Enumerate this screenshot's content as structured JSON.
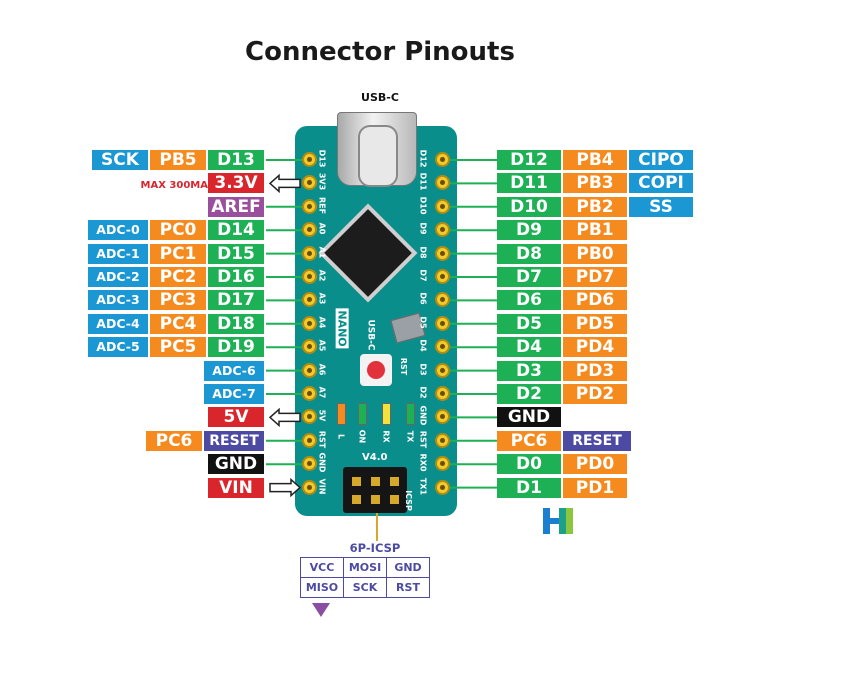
{
  "title": "Connector Pinouts",
  "usb_label": "USB-C",
  "left_note": "MAX 300MA",
  "board": {
    "silk_left": [
      "D13",
      "3V3",
      "REF",
      "A0",
      "A1",
      "A2",
      "A3",
      "A4",
      "A5",
      "A6",
      "A7",
      "5V",
      "RST",
      "GND",
      "VIN"
    ],
    "silk_right": [
      "D12",
      "D11",
      "D10",
      "D9",
      "D8",
      "D7",
      "D6",
      "D5",
      "D4",
      "D3",
      "D2",
      "GND",
      "RST",
      "RX0",
      "TX1"
    ],
    "nano_label": "NANO",
    "usbc_silk": "USB-C",
    "rst_label": "RST",
    "led_labels": [
      "L",
      "ON",
      "RX",
      "TX"
    ],
    "version": "V4.0",
    "icsp_label": "ICSP"
  },
  "left_rows": [
    {
      "labels": [
        {
          "t": "SCK",
          "c": "blue"
        },
        {
          "t": "PB5",
          "c": "orange"
        },
        {
          "t": "D13",
          "c": "green"
        }
      ]
    },
    {
      "labels": [
        {
          "t": "3.3V",
          "c": "red"
        }
      ]
    },
    {
      "labels": [
        {
          "t": "AREF",
          "c": "purple"
        }
      ]
    },
    {
      "labels": [
        {
          "t": "ADC-0",
          "c": "blue"
        },
        {
          "t": "PC0",
          "c": "orange"
        },
        {
          "t": "D14",
          "c": "green"
        }
      ]
    },
    {
      "labels": [
        {
          "t": "ADC-1",
          "c": "blue"
        },
        {
          "t": "PC1",
          "c": "orange"
        },
        {
          "t": "D15",
          "c": "green"
        }
      ]
    },
    {
      "labels": [
        {
          "t": "ADC-2",
          "c": "blue"
        },
        {
          "t": "PC2",
          "c": "orange"
        },
        {
          "t": "D16",
          "c": "green"
        }
      ]
    },
    {
      "labels": [
        {
          "t": "ADC-3",
          "c": "blue"
        },
        {
          "t": "PC3",
          "c": "orange"
        },
        {
          "t": "D17",
          "c": "green"
        }
      ]
    },
    {
      "labels": [
        {
          "t": "ADC-4",
          "c": "blue"
        },
        {
          "t": "PC4",
          "c": "orange"
        },
        {
          "t": "D18",
          "c": "green"
        }
      ]
    },
    {
      "labels": [
        {
          "t": "ADC-5",
          "c": "blue"
        },
        {
          "t": "PC5",
          "c": "orange"
        },
        {
          "t": "D19",
          "c": "green"
        }
      ]
    },
    {
      "labels": [
        {
          "t": "ADC-6",
          "c": "blue"
        }
      ]
    },
    {
      "labels": [
        {
          "t": "ADC-7",
          "c": "blue"
        }
      ]
    },
    {
      "labels": [
        {
          "t": "5V",
          "c": "red"
        }
      ]
    },
    {
      "labels": [
        {
          "t": "PC6",
          "c": "orange"
        },
        {
          "t": "RESET",
          "c": "indigo"
        }
      ]
    },
    {
      "labels": [
        {
          "t": "GND",
          "c": "black"
        }
      ]
    },
    {
      "labels": [
        {
          "t": "VIN",
          "c": "red"
        }
      ]
    }
  ],
  "right_rows": [
    {
      "labels": [
        {
          "t": "D12",
          "c": "green"
        },
        {
          "t": "PB4",
          "c": "orange"
        },
        {
          "t": "CIPO",
          "c": "blue"
        }
      ]
    },
    {
      "labels": [
        {
          "t": "D11",
          "c": "green"
        },
        {
          "t": "PB3",
          "c": "orange"
        },
        {
          "t": "COPI",
          "c": "blue"
        }
      ]
    },
    {
      "labels": [
        {
          "t": "D10",
          "c": "green"
        },
        {
          "t": "PB2",
          "c": "orange"
        },
        {
          "t": "SS",
          "c": "blue"
        }
      ]
    },
    {
      "labels": [
        {
          "t": "D9",
          "c": "green"
        },
        {
          "t": "PB1",
          "c": "orange"
        }
      ]
    },
    {
      "labels": [
        {
          "t": "D8",
          "c": "green"
        },
        {
          "t": "PB0",
          "c": "orange"
        }
      ]
    },
    {
      "labels": [
        {
          "t": "D7",
          "c": "green"
        },
        {
          "t": "PD7",
          "c": "orange"
        }
      ]
    },
    {
      "labels": [
        {
          "t": "D6",
          "c": "green"
        },
        {
          "t": "PD6",
          "c": "orange"
        }
      ]
    },
    {
      "labels": [
        {
          "t": "D5",
          "c": "green"
        },
        {
          "t": "PD5",
          "c": "orange"
        }
      ]
    },
    {
      "labels": [
        {
          "t": "D4",
          "c": "green"
        },
        {
          "t": "PD4",
          "c": "orange"
        }
      ]
    },
    {
      "labels": [
        {
          "t": "D3",
          "c": "green"
        },
        {
          "t": "PD3",
          "c": "orange"
        }
      ]
    },
    {
      "labels": [
        {
          "t": "D2",
          "c": "green"
        },
        {
          "t": "PD2",
          "c": "orange"
        }
      ]
    },
    {
      "labels": [
        {
          "t": "GND",
          "c": "black"
        }
      ]
    },
    {
      "labels": [
        {
          "t": "PC6",
          "c": "orange"
        },
        {
          "t": "RESET",
          "c": "indigo"
        }
      ]
    },
    {
      "labels": [
        {
          "t": "D0",
          "c": "green"
        },
        {
          "t": "PD0",
          "c": "orange"
        }
      ]
    },
    {
      "labels": [
        {
          "t": "D1",
          "c": "green"
        },
        {
          "t": "PD1",
          "c": "orange"
        }
      ]
    }
  ],
  "icsp": {
    "title": "6P-ICSP",
    "row1": [
      "VCC",
      "MOSI",
      "GND"
    ],
    "row2": [
      "MISO",
      "SCK",
      "RST"
    ]
  },
  "icons": [
    "arrow-icon",
    "logo-icon",
    "triangle-marker-icon"
  ]
}
